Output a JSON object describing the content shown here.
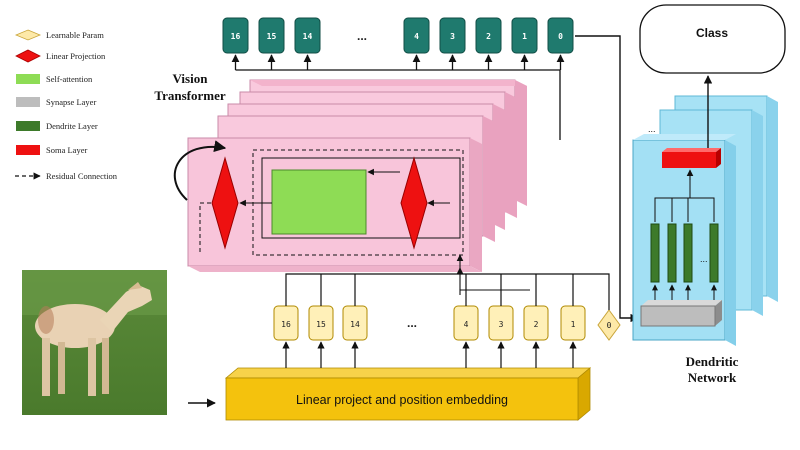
{
  "legend": {
    "items": [
      {
        "label": "Learnable Param",
        "icon": "diamond-icon",
        "color": "#fde9a8"
      },
      {
        "label": "Linear Projection",
        "icon": "diamond-icon",
        "color": "#ee1111"
      },
      {
        "label": "Self-attention",
        "icon": "rect-icon",
        "color": "#8edc55"
      },
      {
        "label": "Synapse Layer",
        "icon": "rect-icon",
        "color": "#bdbdbd"
      },
      {
        "label": "Dendrite Layer",
        "icon": "rect-icon",
        "color": "#3d7a2a"
      },
      {
        "label": "Soma Layer",
        "icon": "rect-icon",
        "color": "#ee1111"
      },
      {
        "label": "Residual Connection",
        "icon": "dashed-arrow-icon",
        "color": "#111111"
      }
    ]
  },
  "vit": {
    "title_line1": "Vision",
    "title_line2": "Transformer",
    "output_tokens": [
      "16",
      "15",
      "14",
      "4",
      "3",
      "2",
      "1",
      "0"
    ],
    "output_color": "#1f7a6e"
  },
  "embedding": {
    "label": "Linear project and position embedding",
    "input_tokens": [
      "16",
      "15",
      "14",
      "4",
      "3",
      "2",
      "1"
    ],
    "class_token": "0",
    "color": "#f4c20d"
  },
  "ellipsis": "...",
  "class_box": {
    "label": "Class"
  },
  "dendritic": {
    "line1": "Dendritic",
    "line2": "Network"
  }
}
